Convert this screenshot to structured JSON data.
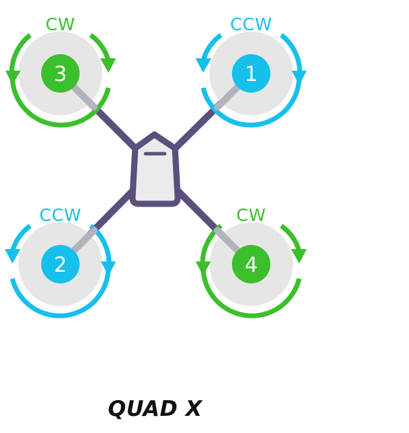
{
  "diagram": {
    "caption": "QUAD X",
    "colors": {
      "cw": "#3cbf2c",
      "ccw": "#17bfeb",
      "frame": "#5b4f7e",
      "prop_disc": "#e6e6e6",
      "arm_highlight": "#b5b2bf"
    },
    "motors": [
      {
        "number": "1",
        "rotation": "CCW",
        "position": "front-right"
      },
      {
        "number": "2",
        "rotation": "CCW",
        "position": "rear-left"
      },
      {
        "number": "3",
        "rotation": "CW",
        "position": "front-left"
      },
      {
        "number": "4",
        "rotation": "CW",
        "position": "rear-right"
      }
    ]
  }
}
